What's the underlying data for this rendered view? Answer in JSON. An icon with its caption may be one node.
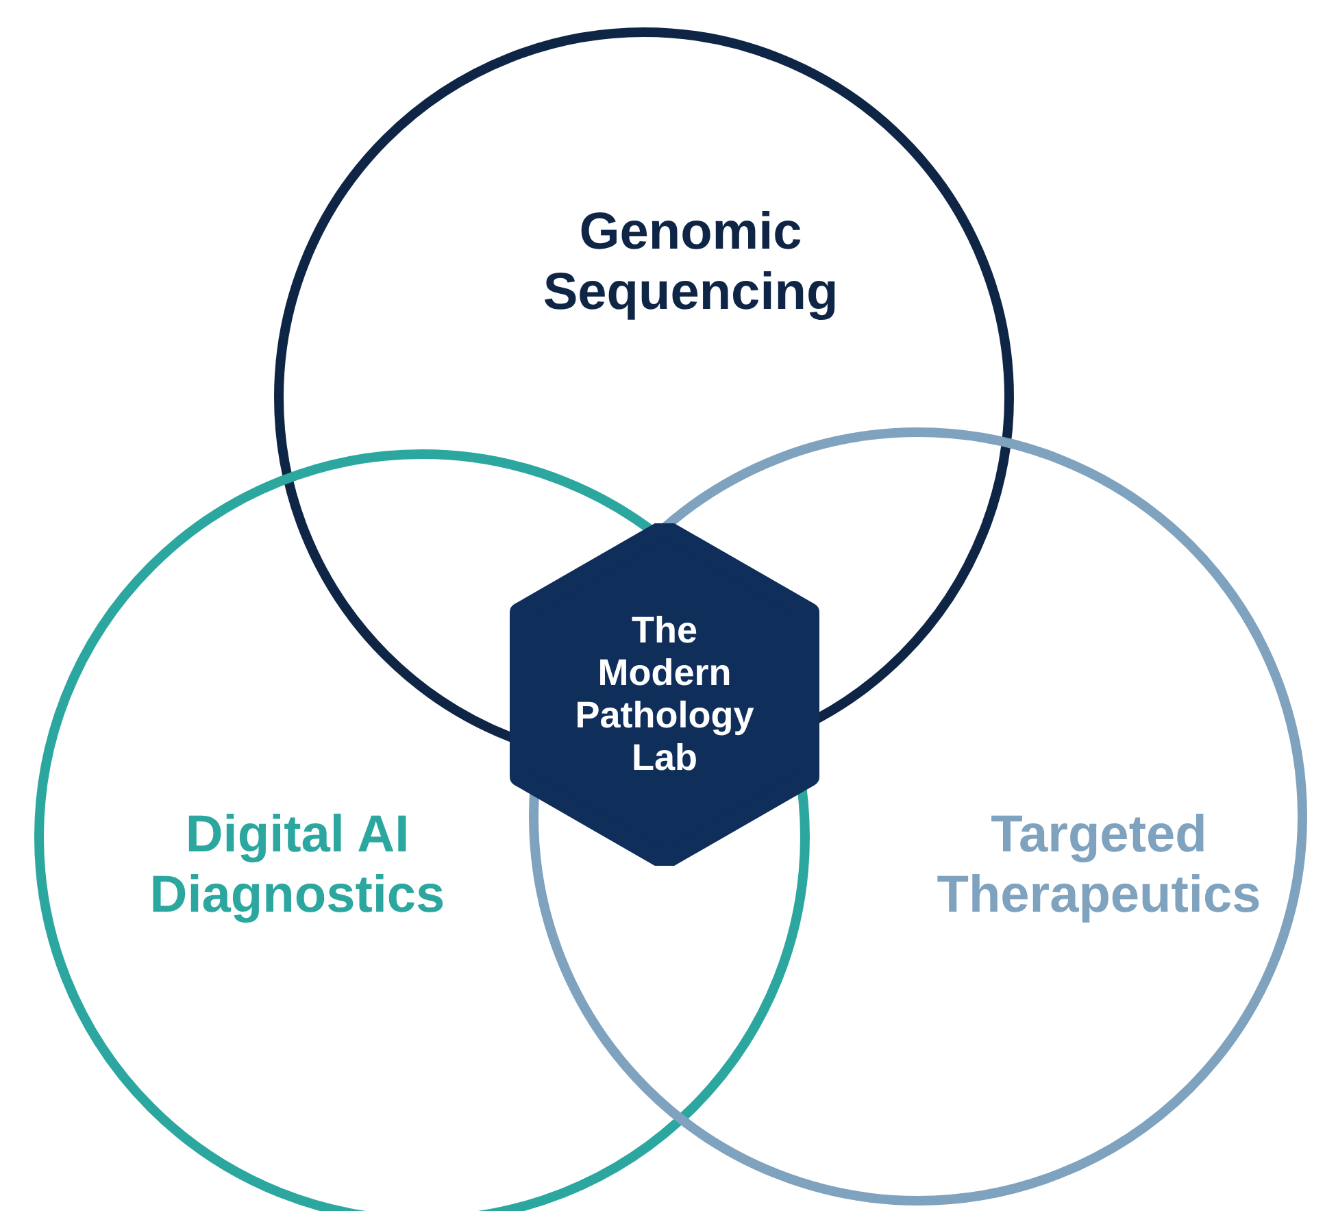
{
  "diagram": {
    "nodes": [
      {
        "text": [
          "Genomic Sequencing"
        ]
      },
      {
        "text": [
          "Digital AI Diagnostics"
        ]
      },
      {
        "text": [
          "Targeted Therapeutics"
        ]
      },
      {
        "text": [
          "The Modern Pathology Lab"
        ]
      }
    ]
  }
}
